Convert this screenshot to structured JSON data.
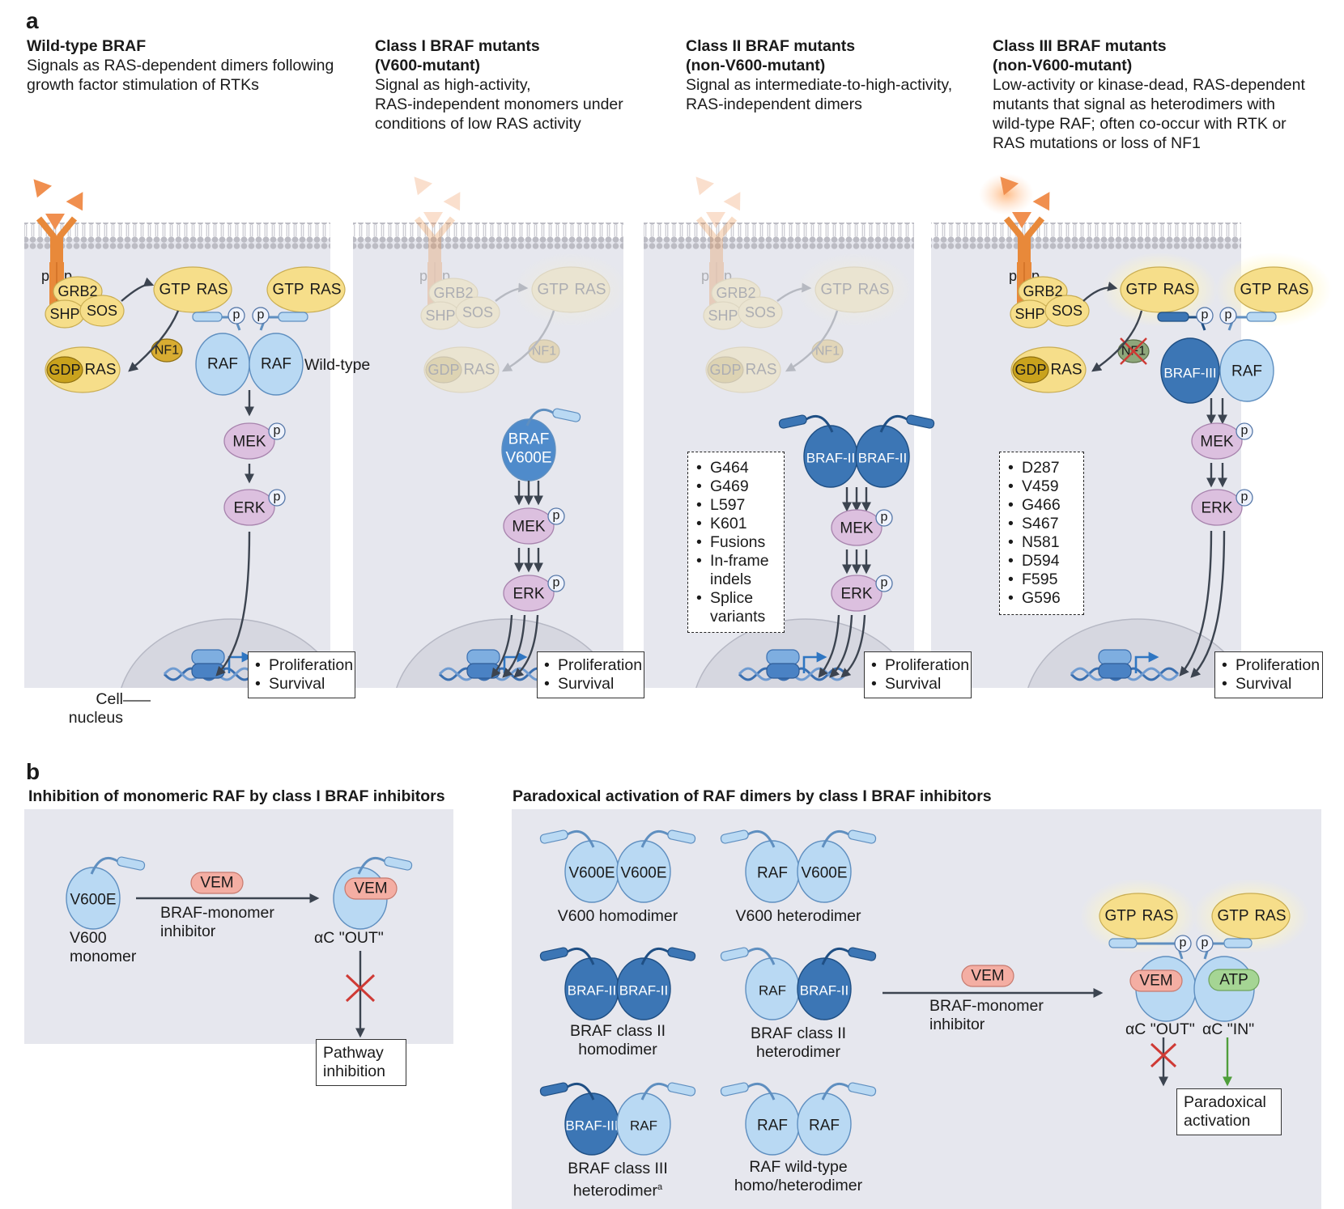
{
  "panel_a": {
    "label": "a",
    "columns": [
      {
        "title": "Wild-type BRAF",
        "title2": "",
        "desc": [
          "Signals as RAS-dependent dimers following",
          "growth factor stimulation of RTKs"
        ]
      },
      {
        "title": "Class I BRAF mutants",
        "title2": "(V600-mutant)",
        "desc": [
          "Signal as high-activity,",
          "RAS-independent monomers under",
          "conditions of low RAS activity"
        ]
      },
      {
        "title": "Class II BRAF mutants",
        "title2": "(non-V600-mutant)",
        "desc": [
          "Signal as intermediate-to-high-activity,",
          "RAS-independent dimers"
        ]
      },
      {
        "title": "Class III BRAF mutants",
        "title2": "(non-V600-mutant)",
        "desc": [
          "Low-activity or kinase-dead, RAS-dependent",
          "mutants that signal as heterodimers with",
          "wild-type RAF; often co-occur with RTK or",
          "RAS mutations or loss of NF1"
        ]
      }
    ],
    "mol": {
      "p": "p",
      "grb2": "GRB2",
      "shp": "SHP",
      "sos": "SOS",
      "gtp": "GTP",
      "gdp": "GDP",
      "ras": "RAS",
      "nf1": "NF1",
      "raf": "RAF",
      "wild_type": "Wild-type",
      "mek": "MEK",
      "erk": "ERK",
      "braf": "BRAF",
      "v600e": "V600E",
      "braf_ii": "BRAF-II",
      "braf_iii": "BRAF-III"
    },
    "class2_mutations": [
      "G464",
      "G469",
      "L597",
      "K601",
      "Fusions",
      "In-frame",
      "indels",
      "Splice",
      "variants"
    ],
    "class3_mutations": [
      "D287",
      "V459",
      "G466",
      "S467",
      "N581",
      "D594",
      "F595",
      "G596"
    ],
    "outcome": [
      "Proliferation",
      "Survival"
    ],
    "nucleus_label": [
      "Cell",
      "nucleus"
    ]
  },
  "panel_b": {
    "label": "b",
    "left_title": "Inhibition of monomeric RAF by class I BRAF inhibitors",
    "right_title": "Paradoxical activation of RAF dimers by class I BRAF inhibitors",
    "monomer_name": "V600E",
    "monomer_caption": [
      "V600",
      "monomer"
    ],
    "vem": "VEM",
    "inhibitor_caption": [
      "BRAF-monomer",
      "inhibitor"
    ],
    "ac_out": "αC \"OUT\"",
    "ac_in": "αC \"IN\"",
    "pathway_inhibition": [
      "Pathway",
      "inhibition"
    ],
    "atp": "ATP",
    "paradoxical": [
      "Paradoxical",
      "activation"
    ],
    "dimers": [
      {
        "left": "V600E",
        "right": "V600E",
        "caption": [
          "V600 homodimer"
        ]
      },
      {
        "left": "RAF",
        "right": "V600E",
        "caption": [
          "V600 heterodimer"
        ]
      },
      {
        "left": "BRAF-II",
        "right": "BRAF-II",
        "caption": [
          "BRAF class II",
          "homodimer"
        ]
      },
      {
        "left": "RAF",
        "right": "BRAF-II",
        "caption": [
          "BRAF class II",
          "heterodimer"
        ]
      },
      {
        "left": "BRAF-III",
        "right": "RAF",
        "caption": [
          "BRAF class III",
          "heterodimer"
        ],
        "sup": "a"
      },
      {
        "left": "RAF",
        "right": "RAF",
        "caption": [
          "RAF wild-type",
          "homo/heterodimer"
        ]
      }
    ]
  },
  "colors": {
    "background_panel": "#e6e7ee",
    "membrane": "#bcbcc4",
    "receptor": "#e8893a",
    "ligand": "#f08f4f",
    "ras_yellow": "#f6de8a",
    "gtp_glow": "#fff3b0",
    "gdp": "#c9a21d",
    "nf1": "#d8ac32",
    "raf_light": "#b9d9f3",
    "braf_dark": "#3c76b5",
    "mek_erk": "#dcc0df",
    "vem": "#f4aea3",
    "atp": "#a5d594",
    "inhibit_x": "#cf3a35",
    "activate_arrow": "#4f9e3b",
    "arrow": "#3c4450"
  }
}
